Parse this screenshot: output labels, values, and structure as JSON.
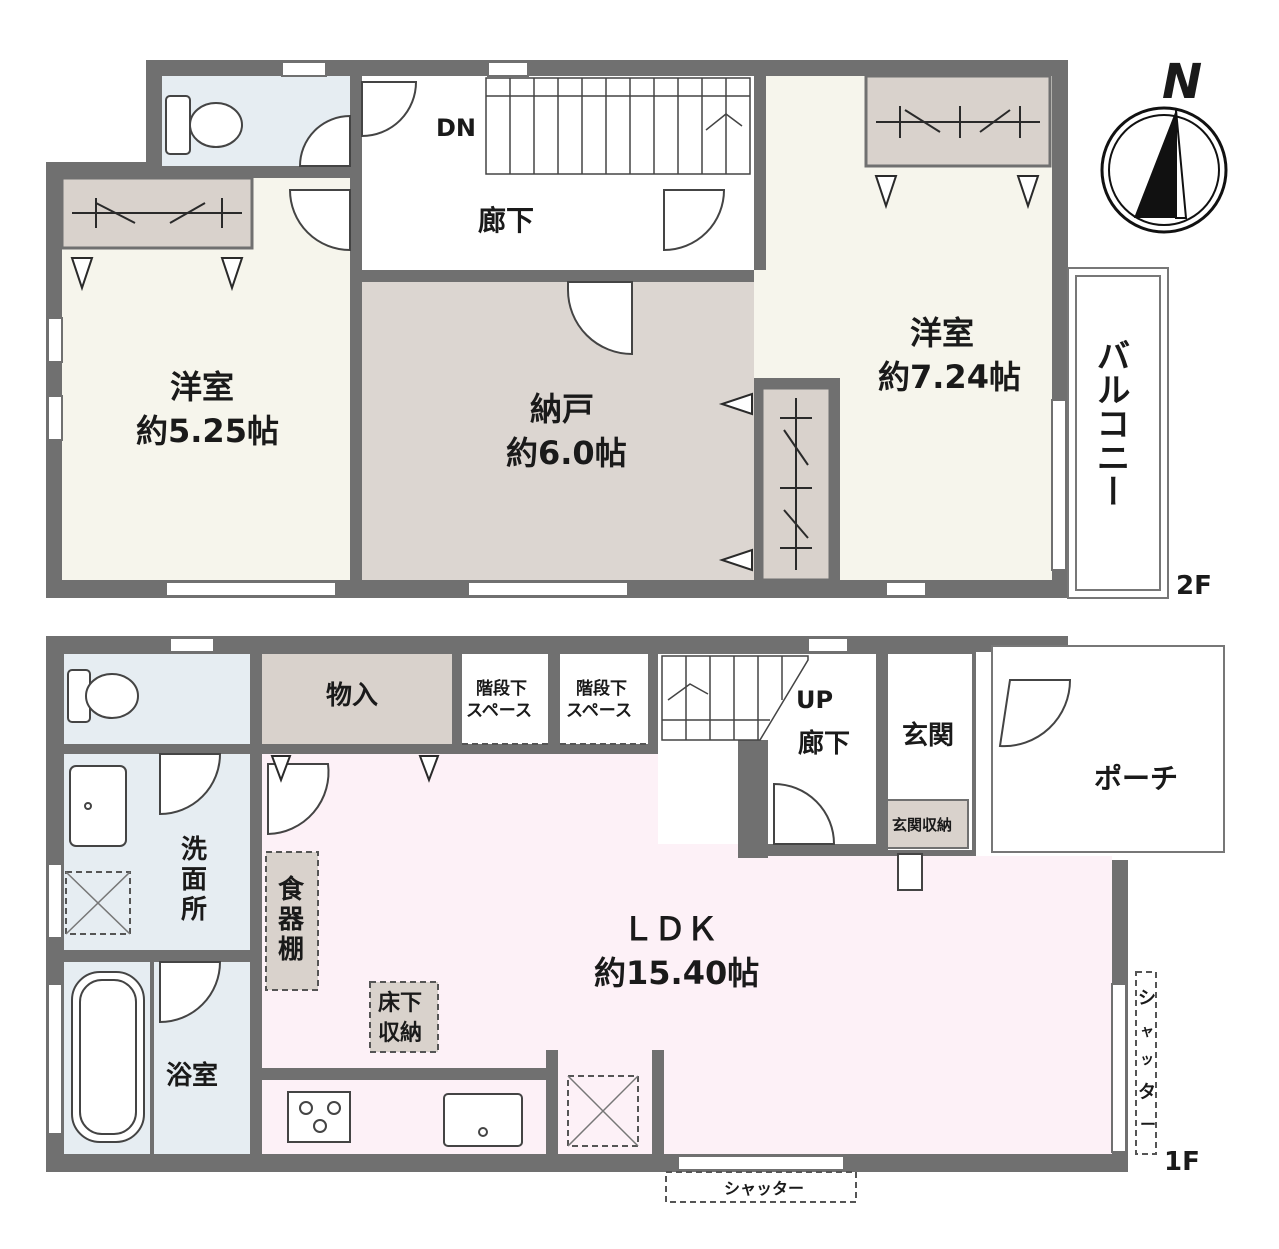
{
  "compass": {
    "north_label": "N"
  },
  "floor2": {
    "floor_label": "2F",
    "rooms": {
      "western_left_name": "洋室",
      "western_left_size": "約5.25帖",
      "storage_name": "納戸",
      "storage_size": "約6.0帖",
      "western_right_name": "洋室",
      "western_right_size": "約7.24帖",
      "hallway": "廊下",
      "stairs_down": "DN",
      "balcony": "バルコニー"
    }
  },
  "floor1": {
    "floor_label": "1F",
    "rooms": {
      "closet": "物入",
      "under_stairs_1": [
        "階段下",
        "スペース"
      ],
      "under_stairs_2": [
        "階段下",
        "スペース"
      ],
      "stairs_up": "UP",
      "hallway": "廊下",
      "entrance": "玄関",
      "entrance_storage": "玄関収納",
      "porch": "ポーチ",
      "washroom": [
        "洗",
        "面",
        "所"
      ],
      "cupboard": [
        "食",
        "器",
        "棚"
      ],
      "ldk_name": "ＬＤＫ",
      "ldk_size": "約15.40帖",
      "underfloor_storage": [
        "床下",
        "収納"
      ],
      "bathroom": "浴室",
      "shutter_side": [
        "シ",
        "ャ",
        "ッ",
        "タ",
        "ー"
      ],
      "shutter_bottom": "シャッター"
    }
  },
  "colors": {
    "wall": "#707070",
    "western_room": "#f6f5ec",
    "storage": "#dcd6d1",
    "wet_area": "#e6edf2",
    "ldk": "#fdf1f7",
    "closet_fill": "#d9d2cc"
  }
}
